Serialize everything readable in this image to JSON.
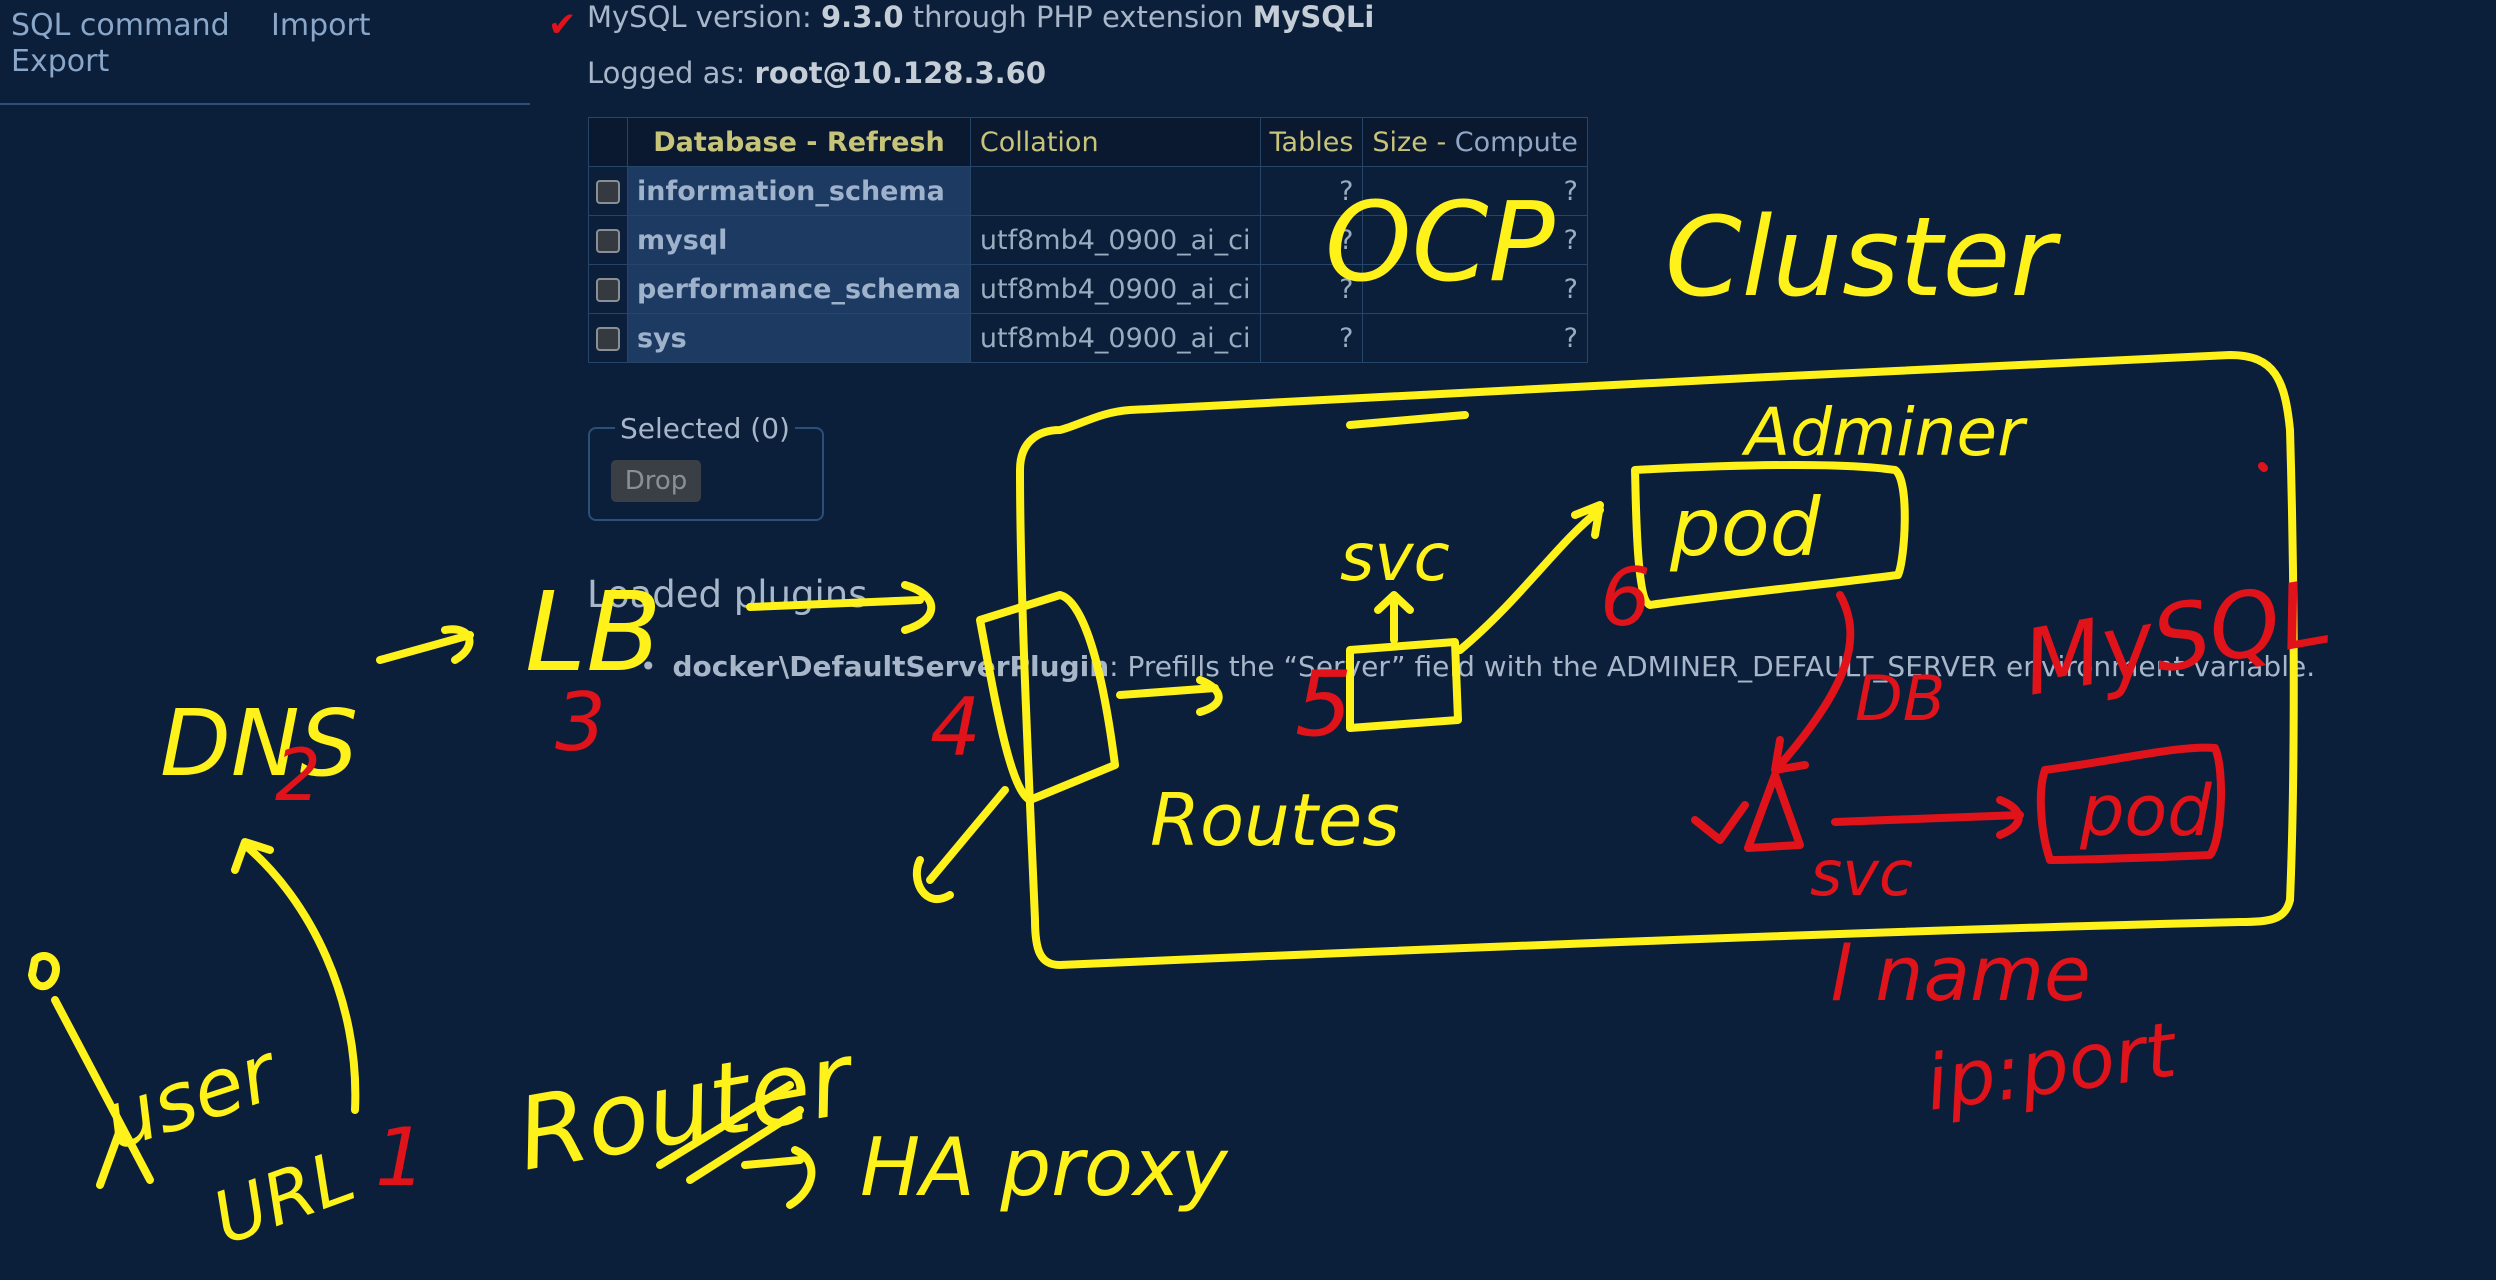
{
  "sidebar": {
    "sql_command": "SQL command",
    "import": "Import",
    "export": "Export"
  },
  "server_info": {
    "mysql_prefix": "MySQL version:",
    "mysql_version": "9.3.0",
    "through": "through PHP extension",
    "extension": "MySQLi",
    "logged_prefix": "Logged as:",
    "user": "root@10.128.3.60"
  },
  "table": {
    "headers": {
      "database": "Database",
      "refresh": "Refresh",
      "collation": "Collation",
      "tables": "Tables",
      "size": "Size",
      "compute": "Compute"
    },
    "rows": [
      {
        "name": "information_schema",
        "collation": "",
        "tables": "?",
        "size": "?"
      },
      {
        "name": "mysql",
        "collation": "utf8mb4_0900_ai_ci",
        "tables": "?",
        "size": "?"
      },
      {
        "name": "performance_schema",
        "collation": "utf8mb4_0900_ai_ci",
        "tables": "?",
        "size": "?"
      },
      {
        "name": "sys",
        "collation": "utf8mb4_0900_ai_ci",
        "tables": "?",
        "size": "?"
      }
    ]
  },
  "selection": {
    "legend": "Selected (0)",
    "drop_label": "Drop"
  },
  "plugins": {
    "heading": "Loaded plugins",
    "items": [
      {
        "name": "docker\\DefaultServerPlugin",
        "description": ": Prefills the “Server” field with the ADMINER_DEFAULT_SERVER environment variable."
      }
    ]
  },
  "annotations": {
    "yellow": {
      "ocp": "OCP",
      "cluster": "Cluster",
      "adminer": "Adminer",
      "pod_top": "pod",
      "svc_top": "svc",
      "routes": "Routes",
      "dns": "DNS",
      "lb": "LB",
      "user": "user",
      "url": "URL",
      "router": "Router",
      "haproxy": "HA proxy"
    },
    "red": {
      "n1": "1",
      "n2": "2",
      "n3": "3",
      "n4": "4",
      "n5": "5",
      "n6": "6",
      "mysql": "MySQL",
      "db": "DB",
      "svc_bottom": "svc",
      "pod_bottom": "pod",
      "lname": "l name",
      "ipport": "ip:port"
    },
    "colors": {
      "yellow": "#fff21a",
      "red": "#e0131a"
    }
  }
}
